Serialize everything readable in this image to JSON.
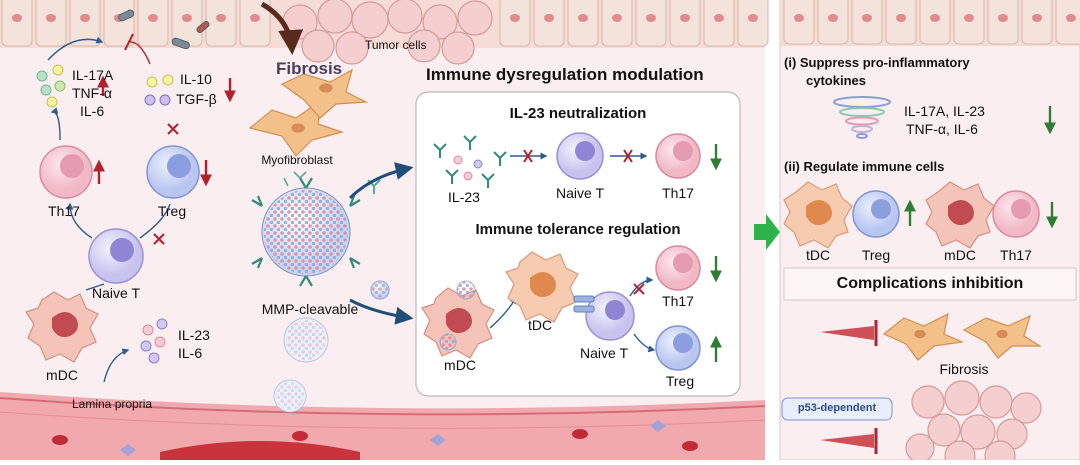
{
  "left": {
    "tumor_cells": "Tumor cells",
    "fibrosis_title": "Fibrosis",
    "myofibroblast": "Myofibroblast",
    "lamina_propria": "Lamina propria",
    "cytokines_pro": [
      "IL-17A",
      "TNF-α",
      "IL-6"
    ],
    "cytokines_anti": [
      "IL-10",
      "TGF-β"
    ],
    "cytokines_dc": [
      "IL-23",
      "IL-6"
    ],
    "cells": {
      "th17": "Th17",
      "treg": "Treg",
      "naive_t": "Naive T",
      "mdc": "mDC"
    },
    "nanoparticle_label": "MMP-cleavable"
  },
  "center": {
    "title": "Immune dysregulation modulation",
    "box1_title": "IL-23 neutralization",
    "box1_labels": {
      "il23": "IL-23",
      "naive_t": "Naive T",
      "th17": "Th17"
    },
    "box2_title": "Immune tolerance regulation",
    "box2_labels": {
      "mdc": "mDC",
      "tdc": "tDC",
      "naive_t": "Naive T",
      "th17": "Th17",
      "treg": "Treg"
    }
  },
  "right": {
    "section1_line1": "(i) Suppress pro-inflammatory",
    "section1_line2": "cytokines",
    "cytokine_line1": "IL-17A, IL-23",
    "cytokine_line2": "TNF-α, IL-6",
    "section2_title": "(ii) Regulate immune cells",
    "cells": [
      "tDC",
      "Treg",
      "mDC",
      "Th17"
    ],
    "complications_title": "Complications inhibition",
    "fibrosis_label": "Fibrosis",
    "p53_label": "p53-dependent"
  },
  "colors": {
    "up_arrow": "#b5202e",
    "down_arrow": "#2e7d32",
    "flow_arrow": "#1f4e79",
    "right_arrow": "#2fb24a",
    "inhibit": "#b5202e"
  }
}
